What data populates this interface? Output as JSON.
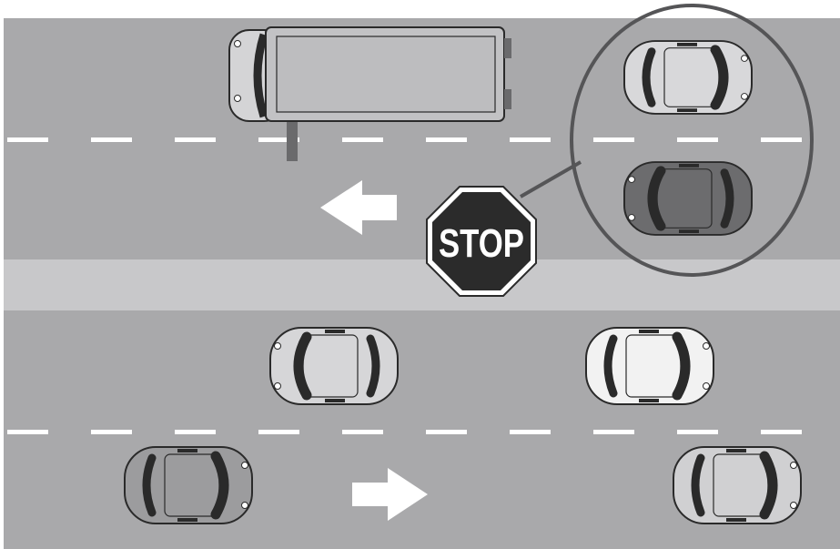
{
  "scene": {
    "stop_sign_text": "STOP",
    "colors": {
      "road": "#a9a9ab",
      "median": "#c8c8ca",
      "lane_dash": "#ffffff",
      "outline": "#2a2a2a",
      "stop_sign_fill": "#2b2b2b",
      "stop_sign_text": "#ffffff",
      "arrow": "#ffffff"
    },
    "arrows": [
      {
        "direction": "left",
        "icon": "arrow-left-icon"
      },
      {
        "direction": "right",
        "icon": "arrow-right-icon"
      }
    ],
    "vehicles": [
      {
        "type": "truck",
        "heading": "left",
        "paint": "light-gray"
      },
      {
        "type": "car",
        "heading": "right",
        "paint": "light-gray",
        "in_callout": true
      },
      {
        "type": "car",
        "heading": "left",
        "paint": "dark-gray",
        "in_callout": true
      },
      {
        "type": "car",
        "heading": "left",
        "paint": "light-gray"
      },
      {
        "type": "car",
        "heading": "right",
        "paint": "white"
      },
      {
        "type": "car",
        "heading": "right",
        "paint": "mid-gray"
      },
      {
        "type": "car",
        "heading": "right",
        "paint": "light-gray"
      }
    ]
  }
}
